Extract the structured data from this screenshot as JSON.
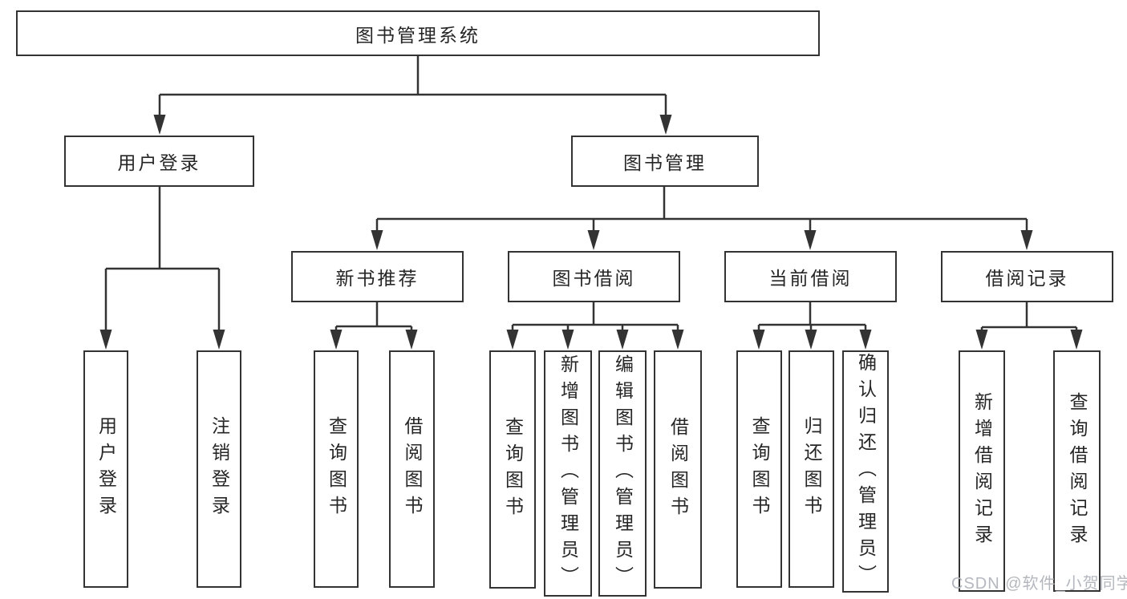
{
  "diagram": {
    "title": "图书管理系统",
    "type": "hierarchy-tree",
    "nodes": [
      {
        "id": "root",
        "label": "图书管理系统",
        "parent": null,
        "level": 1
      },
      {
        "id": "user-login",
        "label": "用户登录",
        "parent": "root",
        "level": 2
      },
      {
        "id": "book-management",
        "label": "图书管理",
        "parent": "root",
        "level": 2
      },
      {
        "id": "new-book-recommend",
        "label": "新书推荐",
        "parent": "book-management",
        "level": 3
      },
      {
        "id": "book-borrowing",
        "label": "图书借阅",
        "parent": "book-management",
        "level": 3
      },
      {
        "id": "current-borrowing",
        "label": "当前借阅",
        "parent": "book-management",
        "level": 3
      },
      {
        "id": "borrowing-records",
        "label": "借阅记录",
        "parent": "book-management",
        "level": 3
      },
      {
        "id": "leaf-user-login",
        "label": "用户登录",
        "parent": "user-login",
        "level": 4
      },
      {
        "id": "leaf-logout",
        "label": "注销登录",
        "parent": "user-login",
        "level": 4
      },
      {
        "id": "leaf-query-books-1",
        "label": "查询图书",
        "parent": "new-book-recommend",
        "level": 4
      },
      {
        "id": "leaf-borrow-books-1",
        "label": "借阅图书",
        "parent": "new-book-recommend",
        "level": 4
      },
      {
        "id": "leaf-query-books-2",
        "label": "查询图书",
        "parent": "book-borrowing",
        "level": 4
      },
      {
        "id": "leaf-add-books",
        "label": "新增图书（管理员）",
        "parent": "book-borrowing",
        "level": 4
      },
      {
        "id": "leaf-edit-books",
        "label": "编辑图书（管理员）",
        "parent": "book-borrowing",
        "level": 4
      },
      {
        "id": "leaf-borrow-books-2",
        "label": "借阅图书",
        "parent": "book-borrowing",
        "level": 4
      },
      {
        "id": "leaf-query-books-3",
        "label": "查询图书",
        "parent": "current-borrowing",
        "level": 4
      },
      {
        "id": "leaf-return-books",
        "label": "归还图书",
        "parent": "current-borrowing",
        "level": 4
      },
      {
        "id": "leaf-confirm-return",
        "label": "确认归还（管理员）",
        "parent": "current-borrowing",
        "level": 4
      },
      {
        "id": "leaf-add-borrow-record",
        "label": "新增借阅记录",
        "parent": "borrowing-records",
        "level": 4
      },
      {
        "id": "leaf-query-borrow-record",
        "label": "查询借阅记录",
        "parent": "borrowing-records",
        "level": 4
      }
    ],
    "watermark": "CSDN @软件_小贺同学",
    "colors": {
      "background": "#ffffff",
      "line": "#333333",
      "box_border": "#333333",
      "text": "#262626",
      "watermark": "#b4b8be"
    }
  }
}
